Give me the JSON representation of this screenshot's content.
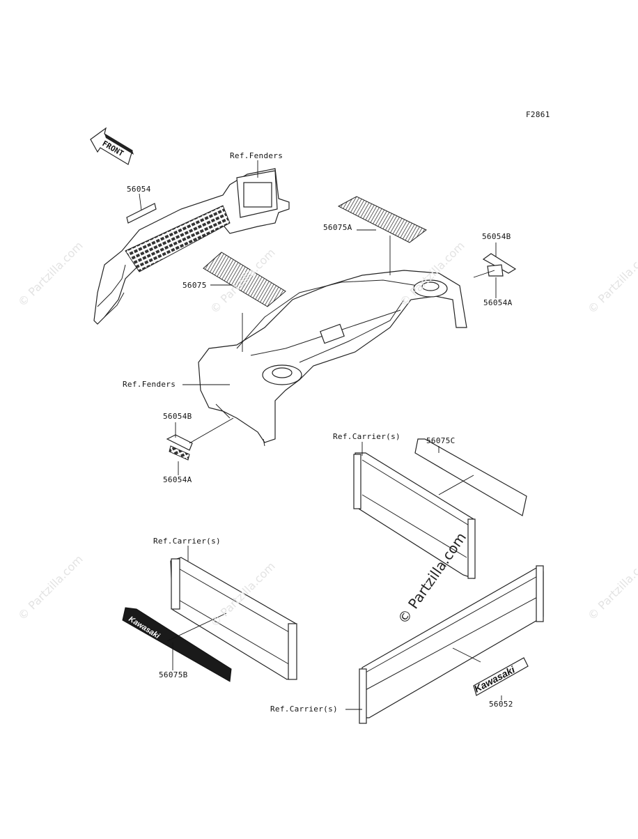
{
  "diagram_code": "F2861",
  "front_arrow_label": "FRONT",
  "labels": {
    "ref_fenders_top": "Ref.Fenders",
    "p56054": "56054",
    "p56075A": "56075A",
    "p56054B_right": "56054B",
    "p56054A_right": "56054A",
    "p56075": "56075",
    "ref_fenders_left": "Ref.Fenders",
    "p56054B_left": "56054B",
    "p56054A_left": "56054A",
    "ref_carrier_right": "Ref.Carrier(s)",
    "p56075C": "56075C",
    "ref_carrier_left": "Ref.Carrier(s)",
    "p56075B": "56075B",
    "ref_carrier_bottom": "Ref.Carrier(s)",
    "p56052": "56052"
  },
  "decal_text": {
    "brand_large": "Kawasaki",
    "brand_small": "Kawasaki"
  },
  "watermark": "© Partzilla.com"
}
